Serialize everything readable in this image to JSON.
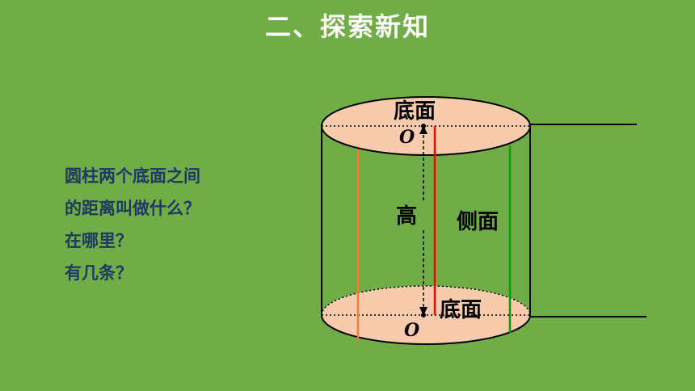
{
  "title": "二、探索新知",
  "question_lines": [
    "圆柱两个底面之间",
    "的距离叫做什么？",
    "在哪里？",
    "有几条？"
  ],
  "labels": {
    "top_base": "底面",
    "bottom_base": "底面",
    "height": "高",
    "side": "侧面",
    "center_top": "O",
    "center_bottom": "O"
  },
  "colors": {
    "background": "#70AD47",
    "base_fill": "#F8CBAD",
    "question_text": "#1F3864",
    "line_orange": "#ED7D31",
    "line_red": "#FF0000",
    "line_green": "#00A000"
  }
}
